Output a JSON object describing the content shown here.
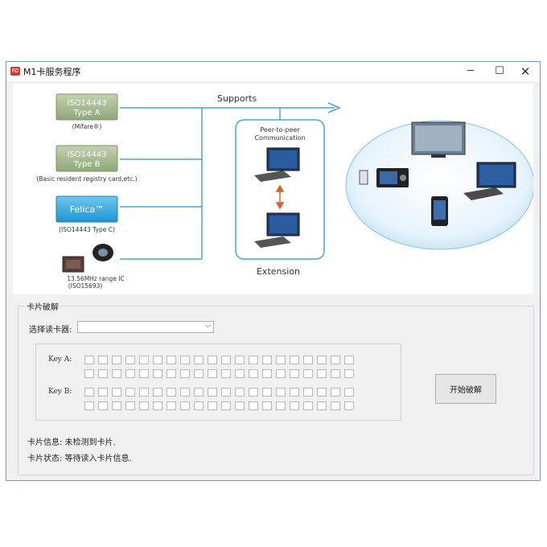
{
  "window": {
    "title": "M1卡服务程序",
    "icon_text": "RD",
    "minimize_glyph": "─",
    "maximize_glyph": "☐",
    "close_glyph": "✕"
  },
  "banner": {
    "supports_label": "Supports",
    "extension_label": "Extension",
    "p2p_label_line1": "Peer-to-peer",
    "p2p_label_line2": "Communication",
    "cards": [
      {
        "line1": "ISO14443",
        "line2": "Type A",
        "caption": "(Mifare®)"
      },
      {
        "line1": "ISO14443",
        "line2": "Type B",
        "caption": "(Basic resident registry card,etc.)"
      },
      {
        "line1": "Felica™",
        "line2": "",
        "caption": "(ISO14443 Type C)"
      }
    ],
    "ic_caption_line1": "13.56MHz range IC",
    "ic_caption_line2": "(ISO15693)",
    "colors": {
      "accent_blue": "#4aa6d6",
      "card_green": "#9fb38a",
      "felica_blue": "#2fa6dc"
    }
  },
  "crack_section": {
    "group_title": "卡片破解",
    "reader_label": "选择读卡器:",
    "reader_selected": "",
    "key_a_label": "Key A:",
    "key_b_label": "Key B:",
    "start_button": "开始破解",
    "card_info": "卡片信息:  未检测到卡片.",
    "card_status": "卡片状态:  等待读入卡片信息."
  }
}
